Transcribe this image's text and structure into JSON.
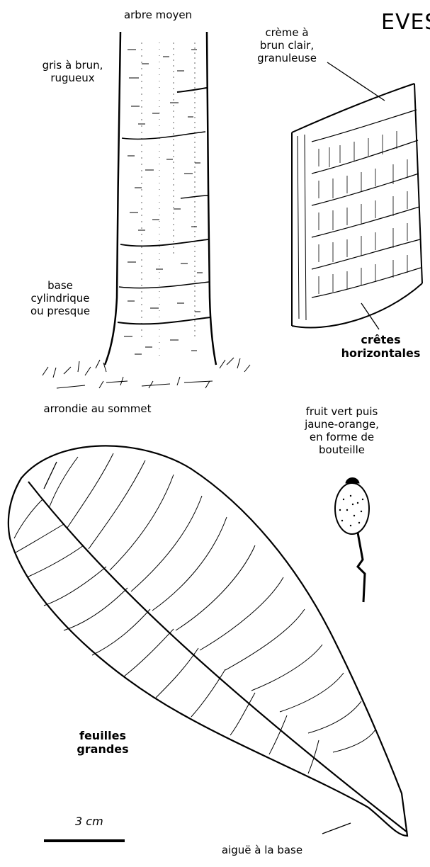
{
  "title": "EVES",
  "labels": {
    "tree_size": "arbre moyen",
    "bark_color": "gris à brun,\nrugueux",
    "inner_bark": "crème à\nbrun clair,\ngranuleuse",
    "trunk_base": "base\ncylindrique\nou presque",
    "ridges": "crêtes\nhorizontales",
    "leaf_apex": "arrondie au sommet",
    "fruit": "fruit vert puis\njaune-orange,\nen forme de\nbouteille",
    "leaf_size": "feuilles\ngrandes",
    "leaf_base": "aiguë à la base",
    "scale": "3 cm"
  }
}
